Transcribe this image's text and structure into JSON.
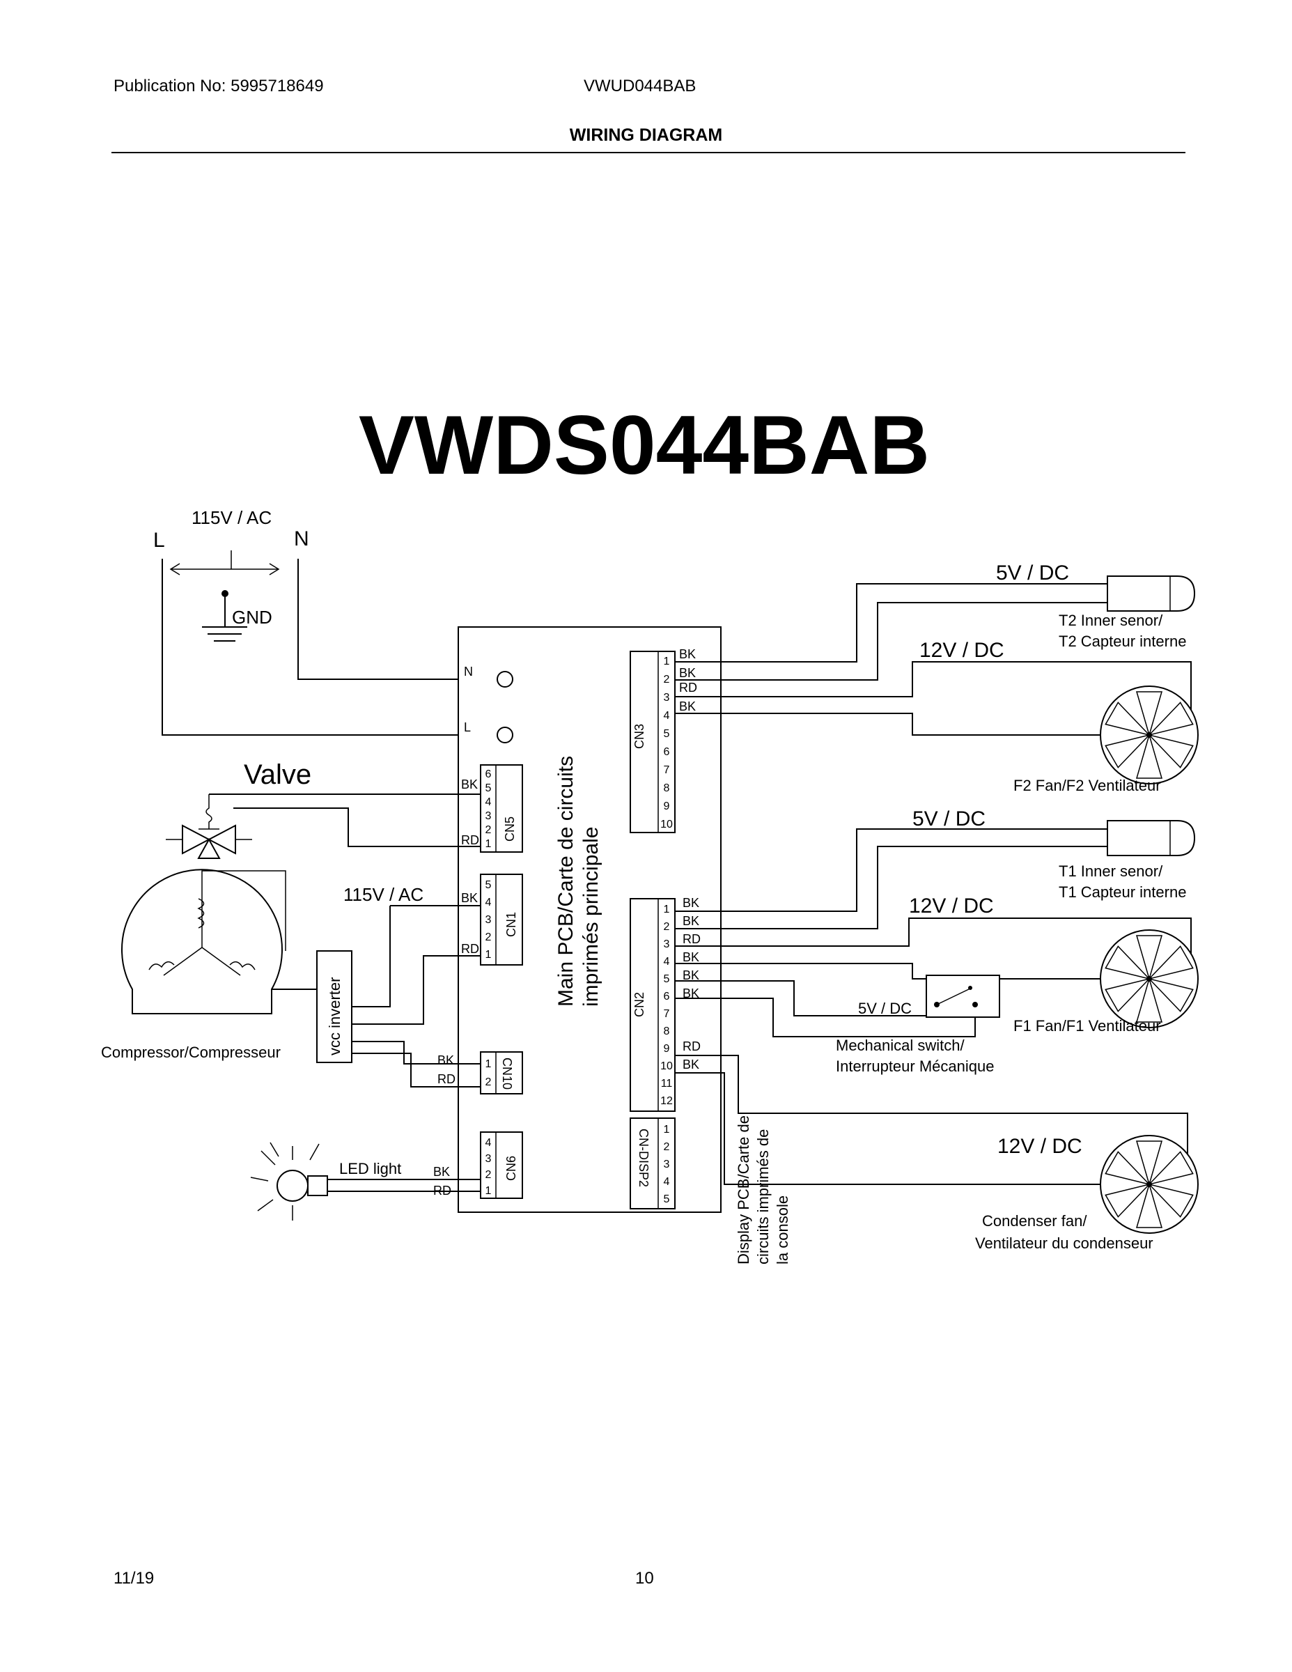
{
  "header": {
    "publication": "Publication No: 5995718649",
    "model": "VWUD044BAB",
    "title": "WIRING DIAGRAM"
  },
  "diagram": {
    "model_title": "VWDS044BAB",
    "power": {
      "voltage": "115V / AC",
      "line": "L",
      "neutral": "N",
      "ground": "GND"
    },
    "board_terminals": {
      "n": "N",
      "l": "L"
    },
    "main_pcb": {
      "line1": "Main PCB/Carte de circuits",
      "line2": "imprimés principale"
    },
    "display_pcb": {
      "line1": "Display PCB/Carte de",
      "line2": "circuits imprimés de",
      "line3": "la console"
    },
    "valve": "Valve",
    "compressor": "Compressor/Compresseur",
    "inverter": "vcc inverter",
    "inverter_voltage": "115V / AC",
    "led": "LED light",
    "connectors": {
      "cn1": "CN1",
      "cn2": "CN2",
      "cn3": "CN3",
      "cn5": "CN5",
      "cn6": "CN6",
      "cn10": "CN10",
      "cn_disp2": "CN-DISP2"
    },
    "wires": {
      "bk": "BK",
      "rd": "RD"
    },
    "voltages": {
      "v5dc": "5V / DC",
      "v12dc": "12V / DC"
    },
    "t2_sensor": {
      "line1": "T2 Inner senor/",
      "line2": "T2 Capteur interne"
    },
    "t1_sensor": {
      "line1": "T1 Inner senor/",
      "line2": "T1 Capteur interne"
    },
    "f2_fan": "F2 Fan/F2 Ventilateur",
    "f1_fan": "F1 Fan/F1 Ventilateur",
    "switch": {
      "line1": "Mechanical switch/",
      "line2": "Interrupteur Mécanique"
    },
    "condenser": {
      "line1": "Condenser fan/",
      "line2": "Ventilateur du condenseur"
    }
  },
  "footer": {
    "date": "11/19",
    "page": "10"
  }
}
